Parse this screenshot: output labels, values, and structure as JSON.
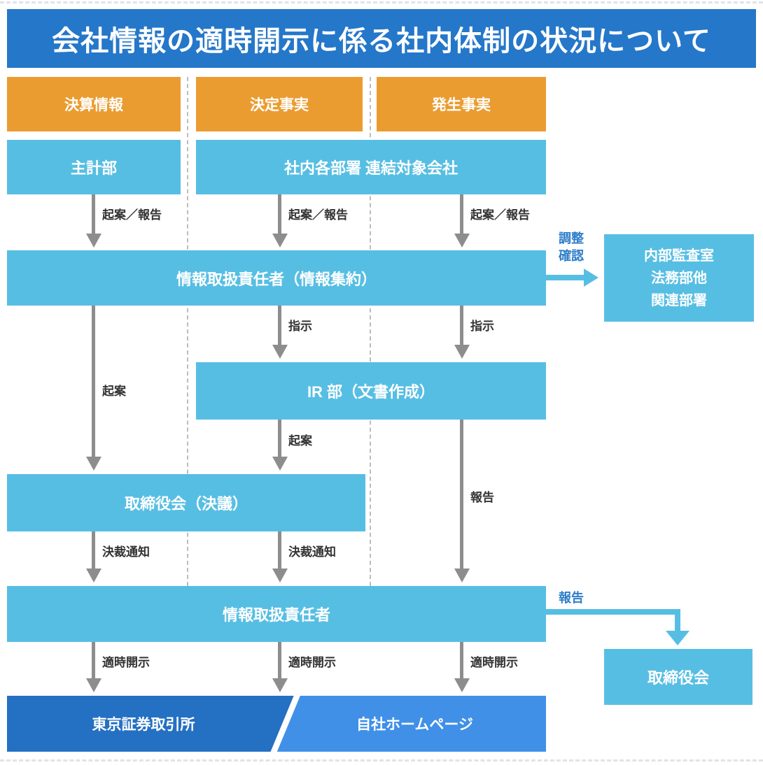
{
  "title": "会社情報の適時開示に係る社内体制の状況について",
  "categories": {
    "financial_results": "決算情報",
    "decided_facts": "決定事実",
    "occurred_facts": "発生事実"
  },
  "sources": {
    "accounting_dept": "主計部",
    "internal_depts": "社内各部署 連結対象会社"
  },
  "boxes": {
    "info_manager_collect": "情報取扱責任者（情報集約）",
    "audit_line1": "内部監査室",
    "audit_line2": "法務部他",
    "audit_line3": "関連部署",
    "ir_dept": "IR 部（文書作成）",
    "board_resolution": "取締役会（決議）",
    "info_manager": "情報取扱責任者",
    "board": "取締役会",
    "tse": "東京証券取引所",
    "website": "自社ホームページ"
  },
  "edge_labels": {
    "draft_report": "起案／報告",
    "instruct": "指示",
    "draft": "起案",
    "report": "報告",
    "adjust": "調整",
    "confirm": "確認",
    "approval_notice": "決裁通知",
    "timely_disclosure": "適時開示"
  },
  "colors": {
    "header_blue": "#2577c9",
    "sky_blue": "#57bee3",
    "orange": "#eb9c31",
    "arrow_gray": "#8d8d8d",
    "label_dark": "#333333",
    "label_blue": "#2e7ec9",
    "tse_blue": "#2470c2",
    "website_blue": "#4090e8"
  }
}
